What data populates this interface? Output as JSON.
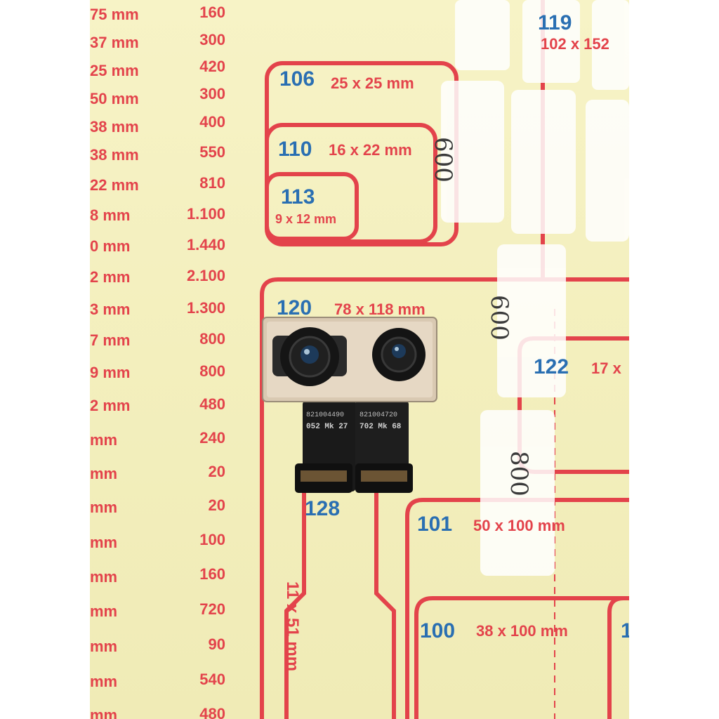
{
  "table": {
    "rows": [
      {
        "size": "75 mm",
        "qty": "160"
      },
      {
        "size": "37 mm",
        "qty": "300"
      },
      {
        "size": "25 mm",
        "qty": "420"
      },
      {
        "size": "50 mm",
        "qty": "300"
      },
      {
        "size": "38 mm",
        "qty": "400"
      },
      {
        "size": "38 mm",
        "qty": "550"
      },
      {
        "size": "22 mm",
        "qty": "810"
      },
      {
        "size": "8 mm",
        "qty": "1.100"
      },
      {
        "size": "0 mm",
        "qty": "1.440"
      },
      {
        "size": "2 mm",
        "qty": "2.100"
      },
      {
        "size": "3 mm",
        "qty": "1.300"
      },
      {
        "size": "7 mm",
        "qty": "800"
      },
      {
        "size": "9 mm",
        "qty": "800"
      },
      {
        "size": "2 mm",
        "qty": "480"
      },
      {
        "size": "mm",
        "qty": "240"
      },
      {
        "size": "mm",
        "qty": "20"
      },
      {
        "size": "mm",
        "qty": "20"
      },
      {
        "size": "mm",
        "qty": "100"
      },
      {
        "size": "mm",
        "qty": "160"
      },
      {
        "size": "mm",
        "qty": "720"
      },
      {
        "size": "mm",
        "qty": "90"
      },
      {
        "size": "mm",
        "qty": "540"
      },
      {
        "size": "mm",
        "qty": "480"
      }
    ]
  },
  "labels": {
    "l106": {
      "code": "106",
      "dim": "25 x 25 mm"
    },
    "l110": {
      "code": "110",
      "dim": "16 x 22 mm"
    },
    "l113": {
      "code": "113",
      "dim": "9 x 12 mm"
    },
    "l119": {
      "code": "119",
      "dim": "102 x 152"
    },
    "l120": {
      "code": "120",
      "dim": "78 x 118 mm"
    },
    "l122": {
      "code": "122",
      "dim": "17 x"
    },
    "l128": {
      "code": "128",
      "dim": "11 x 51 mm"
    },
    "l101": {
      "code": "101",
      "dim": "50 x 100 mm"
    },
    "l100": {
      "code": "100",
      "dim": "38 x 100 mm"
    },
    "l1": {
      "code": "1"
    }
  },
  "handwriting": [
    "600",
    "600",
    "800"
  ],
  "camera": {
    "flex_left": {
      "part": "821004490",
      "code": "052 Mk 27"
    },
    "flex_right": {
      "part": "821004720",
      "code": "702 Mk 68"
    }
  },
  "colors": {
    "sheet": "#f5f1c2",
    "outline": "#e3434b",
    "code": "#2a6fb2"
  }
}
